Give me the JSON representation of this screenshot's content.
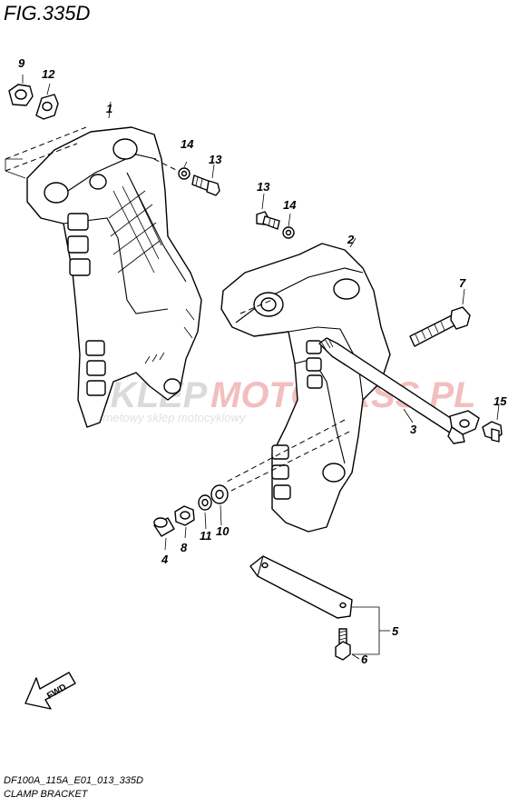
{
  "figure": {
    "title": "FIG.335D",
    "code": "DF100A_115A_E01_013_335D",
    "name": "CLAMP BRACKET"
  },
  "watermark": {
    "brand_left": "SKLEP",
    "brand_right": "MOTOCRSS.PL",
    "tagline": "internetowy sklep motocyklowy"
  },
  "direction_marker": {
    "text": "FWD"
  },
  "callouts": [
    "9",
    "12",
    "1",
    "14",
    "13",
    "13",
    "14",
    "2",
    "7",
    "3",
    "15",
    "4",
    "8",
    "11",
    "10",
    "5",
    "6"
  ]
}
